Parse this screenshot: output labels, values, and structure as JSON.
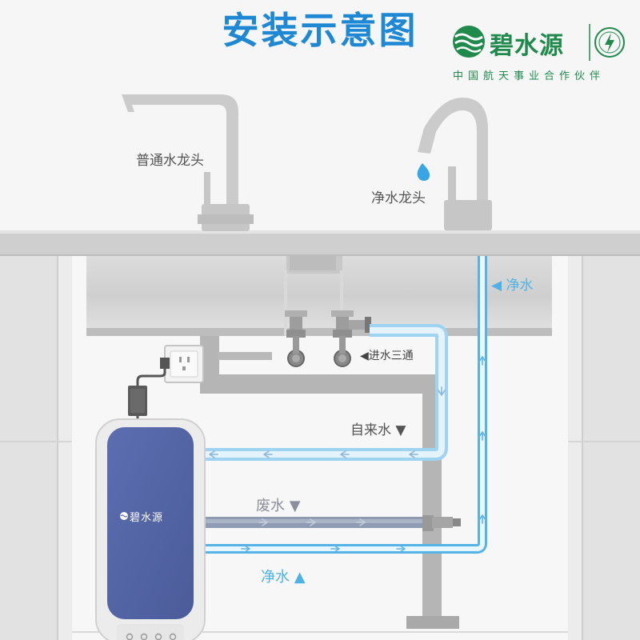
{
  "title": "安装示意图",
  "brand": {
    "name": "碧水源",
    "slogan": "中国航天事业合作伙伴",
    "color": "#1f8a4c"
  },
  "labels": {
    "normal_faucet": "普通水龙头",
    "purified_faucet": "净水龙头",
    "purified_top": "◀ 净水",
    "inlet_tee": "◀进水三通",
    "tap_water": "自来水 ▼",
    "waste_water": "废水 ▼",
    "purified_bottom": "净水 ▲"
  },
  "device": {
    "brand_label": "碧水源"
  },
  "icons": [
    "water-drop-icon",
    "power-outlet-icon",
    "flow-arrow-icon",
    "brand-logo-icon",
    "aerospace-emblem-icon"
  ],
  "colors": {
    "title": "#1e88d4",
    "pure_water_pipe": "#4fb2e6",
    "tap_water_pipe": "#b8def4",
    "waste_pipe": "#8f9bb0",
    "device_panel": "#5667a8"
  }
}
